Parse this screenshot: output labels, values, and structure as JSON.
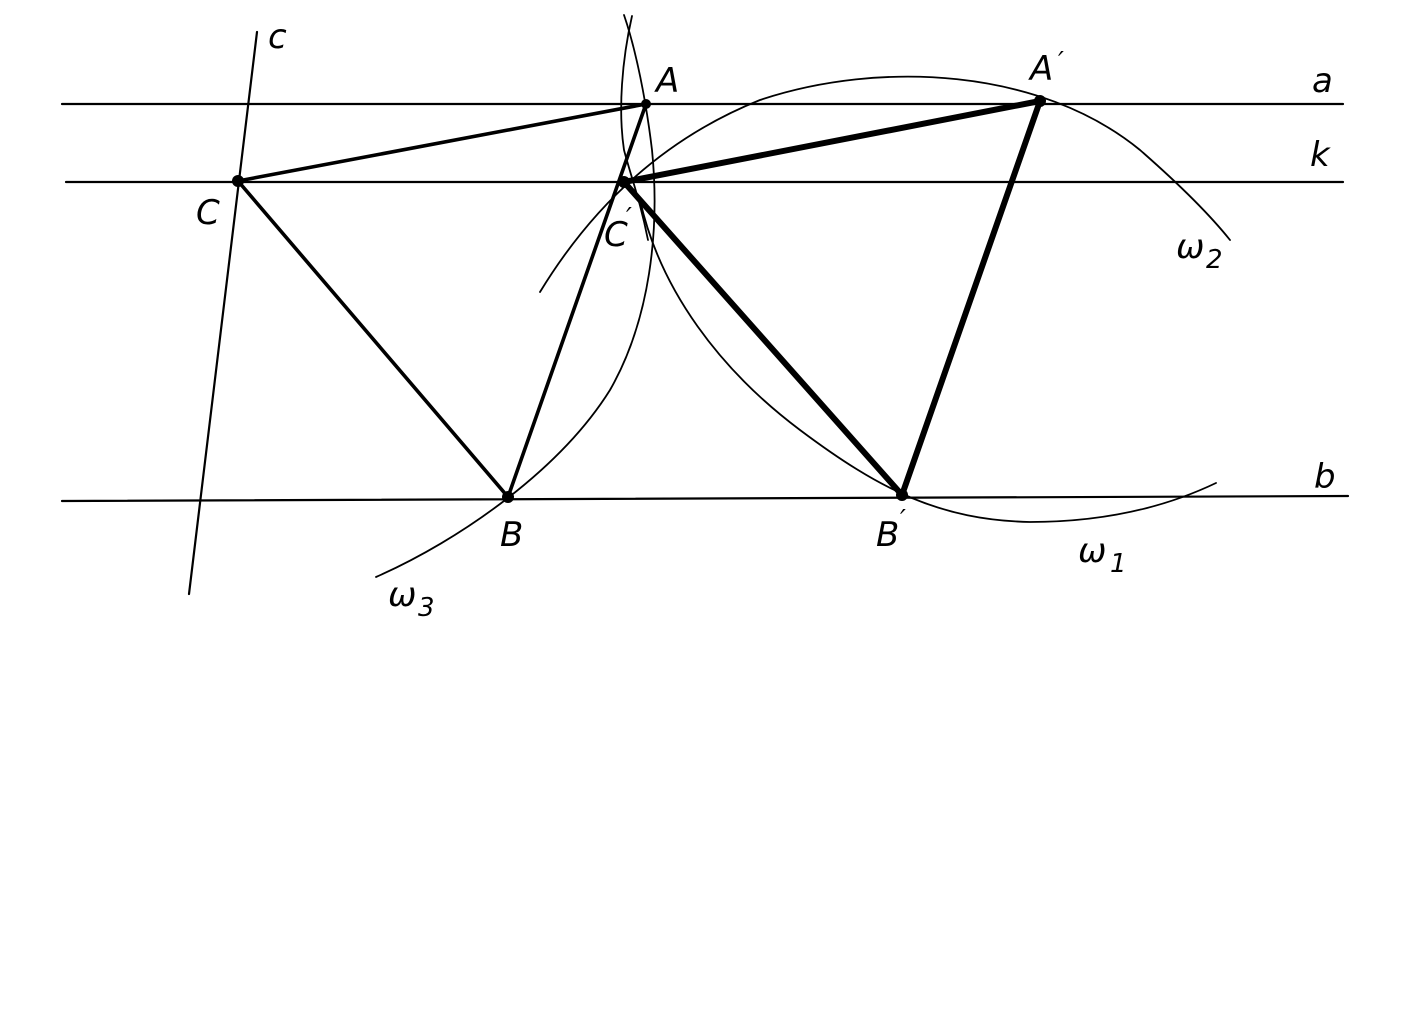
{
  "lines": {
    "a": "a",
    "k": "k",
    "b": "b",
    "c": "c"
  },
  "points": {
    "A": "A",
    "A_prime": "A",
    "B": "B",
    "B_prime": "B",
    "C": "C",
    "C_prime": "C"
  },
  "prime_mark": "′",
  "circles": {
    "omega1": {
      "letter": "ω",
      "index": "1"
    },
    "omega2": {
      "letter": "ω",
      "index": "2"
    },
    "omega3": {
      "letter": "ω",
      "index": "3"
    }
  }
}
